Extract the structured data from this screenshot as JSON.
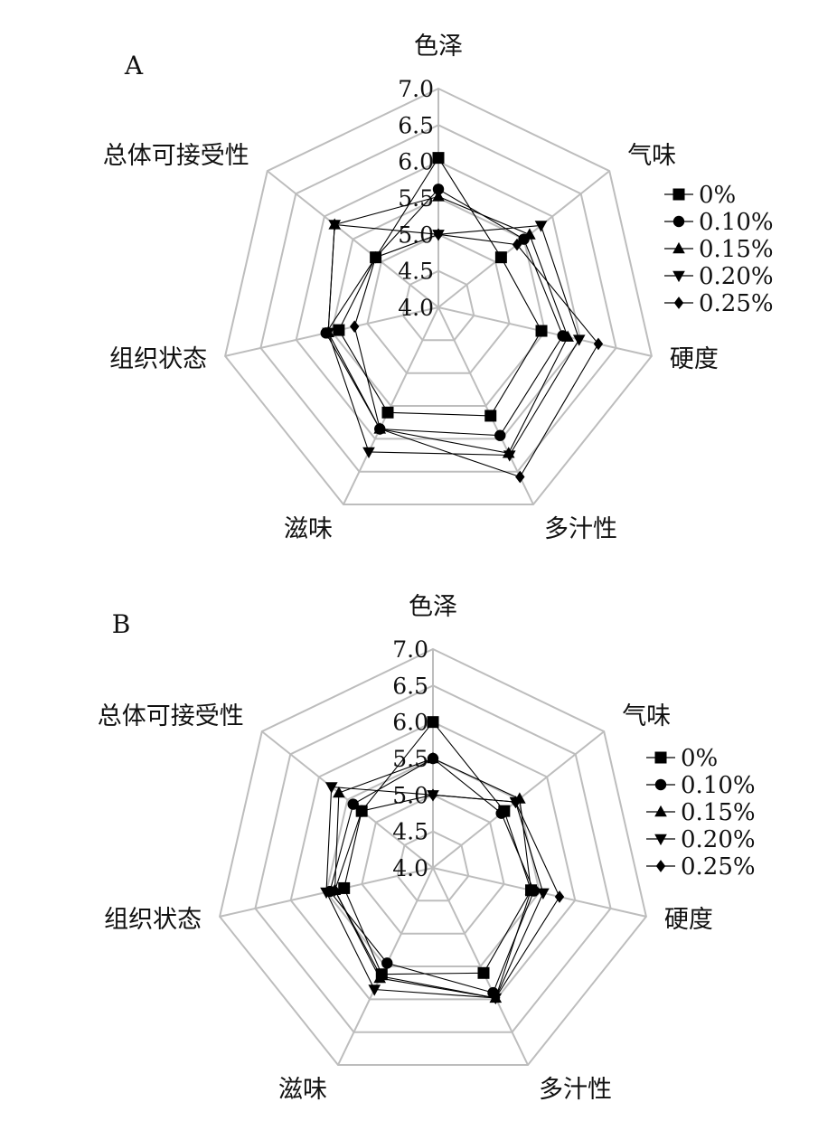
{
  "chart_data": [
    {
      "type": "radar",
      "panel_label": "A",
      "axes": [
        "色泽",
        "气味",
        "硬度",
        "多汁性",
        "滋味",
        "组织状态",
        "总体可接受性"
      ],
      "r_range": [
        4.0,
        7.0
      ],
      "ticks": [
        "4.0",
        "4.5",
        "5.0",
        "5.5",
        "6.0",
        "6.5",
        "7.0"
      ],
      "grid": true,
      "legend_position": "right",
      "series": [
        {
          "name": "0%",
          "marker": "square",
          "values": [
            6.05,
            5.1,
            5.45,
            5.65,
            5.6,
            5.4,
            5.1
          ]
        },
        {
          "name": "0.10%",
          "marker": "circle",
          "values": [
            5.62,
            5.5,
            5.75,
            5.95,
            5.85,
            5.58,
            5.1
          ]
        },
        {
          "name": "0.15%",
          "marker": "triangle-up",
          "values": [
            5.52,
            5.6,
            5.82,
            6.22,
            5.85,
            5.55,
            5.82
          ]
        },
        {
          "name": "0.20%",
          "marker": "triangle-down",
          "values": [
            5.0,
            5.8,
            5.98,
            6.25,
            6.2,
            5.55,
            5.82
          ]
        },
        {
          "name": "0.25%",
          "marker": "diamond",
          "values": [
            5.0,
            5.38,
            6.25,
            6.58,
            5.85,
            5.18,
            5.1
          ]
        }
      ]
    },
    {
      "type": "radar",
      "panel_label": "B",
      "axes": [
        "色泽",
        "气味",
        "硬度",
        "多汁性",
        "滋味",
        "组织状态",
        "总体可接受性"
      ],
      "r_range": [
        4.0,
        7.0
      ],
      "ticks": [
        "4.0",
        "4.5",
        "5.0",
        "5.5",
        "6.0",
        "6.5",
        "7.0"
      ],
      "grid": true,
      "legend_position": "right",
      "series": [
        {
          "name": "0%",
          "marker": "square",
          "values": [
            6.0,
            5.25,
            5.38,
            5.6,
            5.62,
            5.25,
            5.25
          ]
        },
        {
          "name": "0.10%",
          "marker": "circle",
          "values": [
            5.5,
            5.2,
            5.42,
            5.9,
            5.45,
            5.45,
            5.4
          ]
        },
        {
          "name": "0.15%",
          "marker": "triangle-up",
          "values": [
            5.5,
            5.52,
            5.38,
            5.98,
            5.68,
            5.38,
            5.65
          ]
        },
        {
          "name": "0.20%",
          "marker": "triangle-down",
          "values": [
            5.0,
            5.45,
            5.55,
            5.98,
            5.85,
            5.5,
            5.78
          ]
        },
        {
          "name": "0.25%",
          "marker": "diamond",
          "values": [
            5.0,
            5.45,
            5.78,
            5.98,
            5.65,
            5.38,
            5.25
          ]
        }
      ]
    }
  ]
}
